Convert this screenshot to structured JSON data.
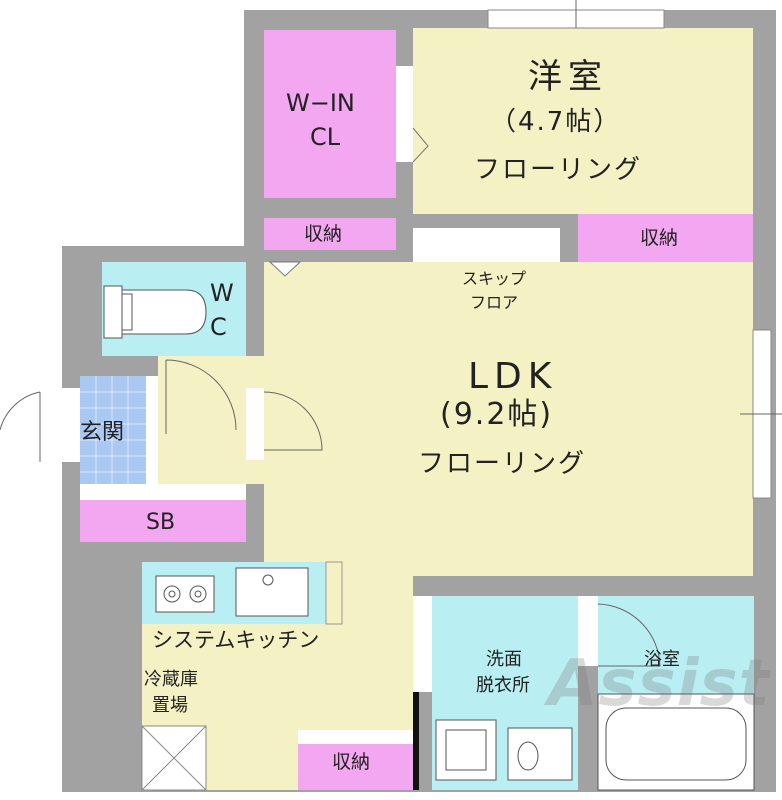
{
  "colors": {
    "wall": "#a2a2a2",
    "floor": "#f4f1c4",
    "storage": "#f2a7f0",
    "wet": "#b9eef3",
    "entrance": "#a9c8f2",
    "fixture": "#ffffff"
  },
  "rooms": {
    "western": {
      "name": "洋室",
      "size": "（4.7帖）",
      "floor": "フローリング"
    },
    "walkin": {
      "line1": "W−IN",
      "line2": "CL"
    },
    "storage_top_left": "収納",
    "storage_top_right": "収納",
    "skip_floor": {
      "line1": "スキップ",
      "line2": "フロア"
    },
    "ldk": {
      "name": "LDK",
      "size": "(9.2帖)",
      "floor": "フローリング"
    },
    "wc": {
      "line1": "W",
      "line2": "C"
    },
    "entrance": "玄関",
    "shoe_box": "SB",
    "kitchen": "システムキッチン",
    "fridge": {
      "line1": "冷蔵庫",
      "line2": "置場"
    },
    "storage_bottom": "収納",
    "washroom": {
      "line1": "洗面",
      "line2": "脱衣所"
    },
    "bath": "浴室"
  },
  "logo": {
    "text": "Assist"
  }
}
